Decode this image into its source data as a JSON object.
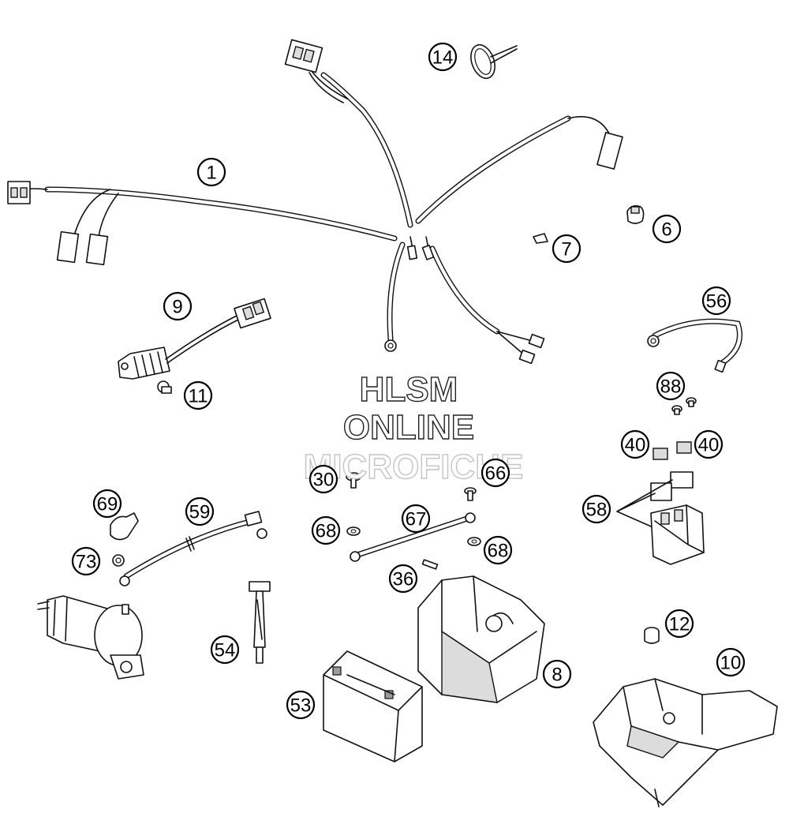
{
  "watermark": {
    "line1": "HLSM",
    "line2": "ONLINE",
    "line3": "MICROFICHE"
  },
  "callouts": [
    "1",
    "14",
    "6",
    "7",
    "9",
    "11",
    "56",
    "88",
    "40",
    "40",
    "30",
    "66",
    "69",
    "59",
    "68",
    "67",
    "68",
    "73",
    "36",
    "58",
    "12",
    "10",
    "54",
    "8",
    "53"
  ]
}
